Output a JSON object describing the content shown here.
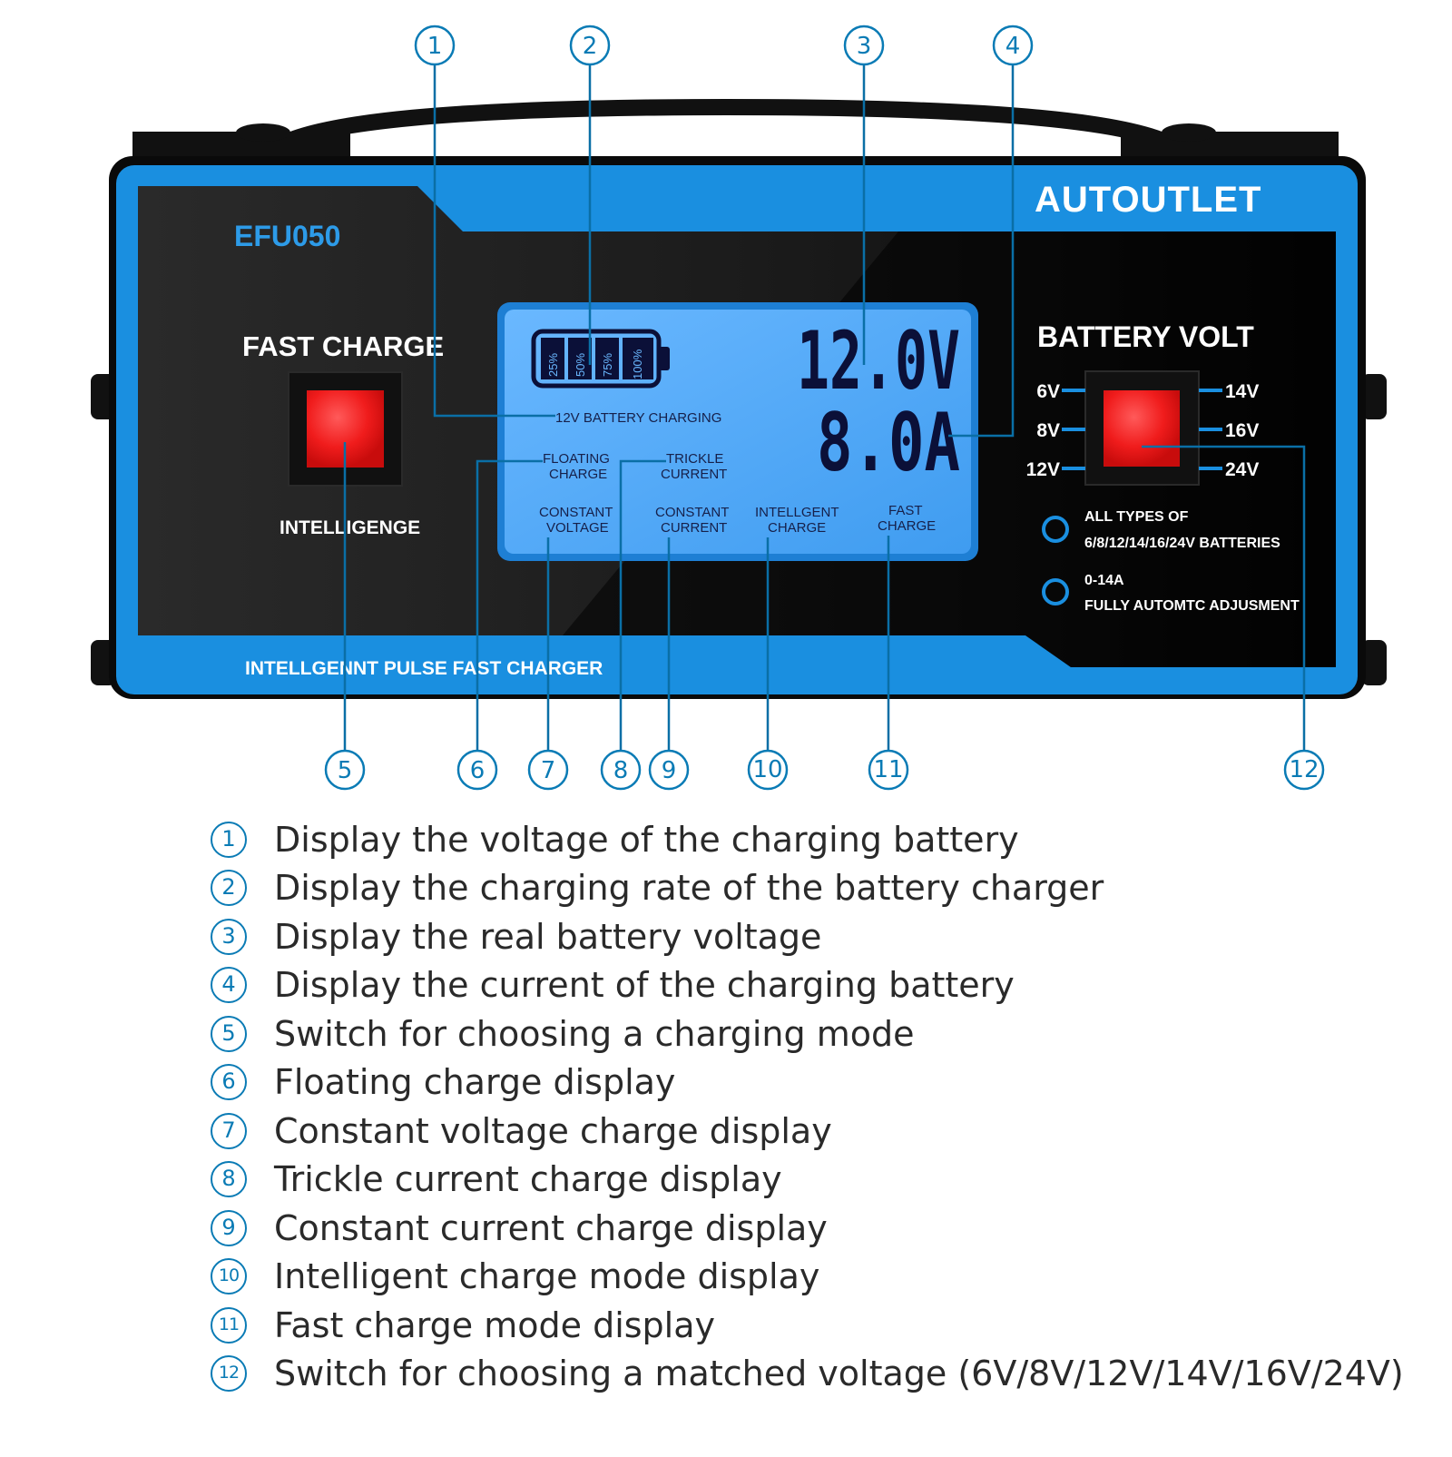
{
  "device": {
    "model": "EFU050",
    "brand": "AUTOUTLET",
    "left_title": "FAST CHARGE",
    "left_subtitle": "INTELLIGENGE",
    "bottom_strip": "INTELLGENNT PULSE FAST CHARGER",
    "right_title": "BATTERY VOLT",
    "volt_left": [
      "6V",
      "8V",
      "12V"
    ],
    "volt_right": [
      "14V",
      "16V",
      "24V"
    ],
    "info1_line1": "ALL TYPES OF",
    "info1_line2": "6/8/12/14/16/24V BATTERIES",
    "info2_line1": "0-14A",
    "info2_line2": "FULLY AUTOMTC ADJUSMENT",
    "accent_color": "#1a8fe0",
    "button_color": "#e81818"
  },
  "lcd": {
    "battery_levels": [
      "25%",
      "50%",
      "75%",
      "100%"
    ],
    "charging_text": "12V BATTERY CHARGING",
    "voltage": "12.0V",
    "current": "8.0A",
    "floating_1": "FLOATING",
    "floating_2": "CHARGE",
    "trickle_1": "TRICKLE",
    "trickle_2": "CURRENT",
    "cv_1": "CONSTANT",
    "cv_2": "VOLTAGE",
    "cc_1": "CONSTANT",
    "cc_2": "CURRENT",
    "ic_1": "INTELLGENT",
    "ic_2": "CHARGE",
    "fc_1": "FAST",
    "fc_2": "CHARGE"
  },
  "callouts": [
    "1",
    "2",
    "3",
    "4",
    "5",
    "6",
    "7",
    "8",
    "9",
    "10",
    "11",
    "12"
  ],
  "legend": [
    {
      "num": "1",
      "text": "Display the voltage of the charging battery"
    },
    {
      "num": "2",
      "text": "Display the charging rate of the battery charger"
    },
    {
      "num": "3",
      "text": "Display the real battery voltage"
    },
    {
      "num": "4",
      "text": "Display the current of the charging battery"
    },
    {
      "num": "5",
      "text": "Switch for choosing a charging mode"
    },
    {
      "num": "6",
      "text": "Floating charge display"
    },
    {
      "num": "7",
      "text": "Constant voltage charge display"
    },
    {
      "num": "8",
      "text": "Trickle current charge display"
    },
    {
      "num": "9",
      "text": "Constant current charge display"
    },
    {
      "num": "10",
      "text": "Intelligent charge mode display"
    },
    {
      "num": "11",
      "text": "Fast charge mode display"
    },
    {
      "num": "12",
      "text": "Switch for choosing a matched voltage (6V/8V/12V/14V/16V/24V)"
    }
  ]
}
